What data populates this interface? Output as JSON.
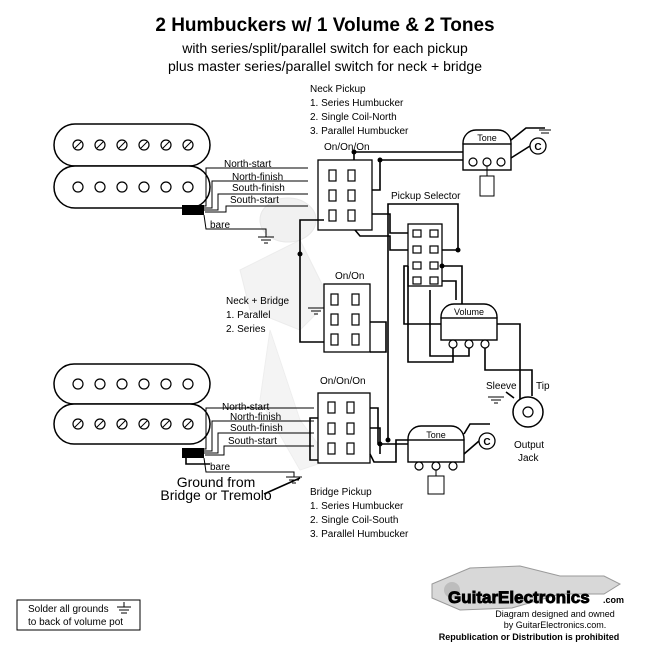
{
  "header": {
    "title": "2 Humbuckers w/ 1 Volume & 2 Tones",
    "subtitle_1": "with series/split/parallel switch for each pickup",
    "subtitle_2": "plus master series/parallel switch for neck + bridge"
  },
  "neck_pickup": {
    "heading": "Neck Pickup",
    "options": [
      "1. Series Humbucker",
      "2. Single Coil-North",
      "3. Parallel Humbucker"
    ],
    "wires": [
      "North-start",
      "North-finish",
      "South-finish",
      "South-start",
      "bare"
    ],
    "switch_label": "On/On/On"
  },
  "bridge_pickup": {
    "heading": "Bridge Pickup",
    "options": [
      "1. Series Humbucker",
      "2. Single Coil-South",
      "3. Parallel Humbucker"
    ],
    "wires": [
      "North-start",
      "North-finish",
      "South-finish",
      "South-start",
      "bare"
    ],
    "switch_label": "On/On/On"
  },
  "neck_bridge_switch": {
    "label": "On/On",
    "heading": "Neck + Bridge",
    "options": [
      "1. Parallel",
      "2. Series"
    ]
  },
  "pickup_selector": {
    "label": "Pickup Selector"
  },
  "tone_pot_top": {
    "label": "Tone",
    "cap": "C"
  },
  "tone_pot_bottom": {
    "label": "Tone",
    "cap": "C"
  },
  "volume_pot": {
    "label": "Volume"
  },
  "output_jack": {
    "sleeve": "Sleeve",
    "tip": "Tip",
    "label_1": "Output",
    "label_2": "Jack"
  },
  "ground_note": {
    "line_1": "Ground from",
    "line_2": "Bridge or Tremolo"
  },
  "solder_note": {
    "line_1": "Solder all grounds",
    "line_2": "to back of volume pot"
  },
  "footer": {
    "brand": "GuitarElectronics",
    "brand_suffix": ".com",
    "credit_1": "Diagram designed and owned",
    "credit_2": "by GuitarElectronics.com.",
    "notice": "Republication or Distribution is prohibited"
  }
}
